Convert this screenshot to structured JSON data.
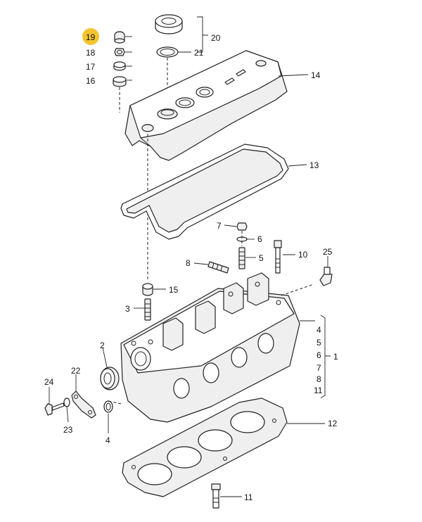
{
  "highlighted_part": "19",
  "colors": {
    "highlight": "#f4c430",
    "line": "#222222"
  },
  "labels": {
    "p1": "1",
    "p2": "2",
    "p3": "3",
    "p4": "4",
    "p5": "5",
    "p6": "6",
    "p7": "7",
    "p8": "8",
    "p10": "10",
    "p11": "11",
    "p12": "12",
    "p13": "13",
    "p14": "14",
    "p15": "15",
    "p16": "16",
    "p17": "17",
    "p18": "18",
    "p19": "19",
    "p20": "20",
    "p21": "21",
    "p22": "22",
    "p23": "23",
    "p24": "24",
    "p25": "25",
    "g1_4": "4",
    "g1_5": "5",
    "g1_6": "6",
    "g1_7": "7",
    "g1_8": "8",
    "g1_11": "11"
  }
}
